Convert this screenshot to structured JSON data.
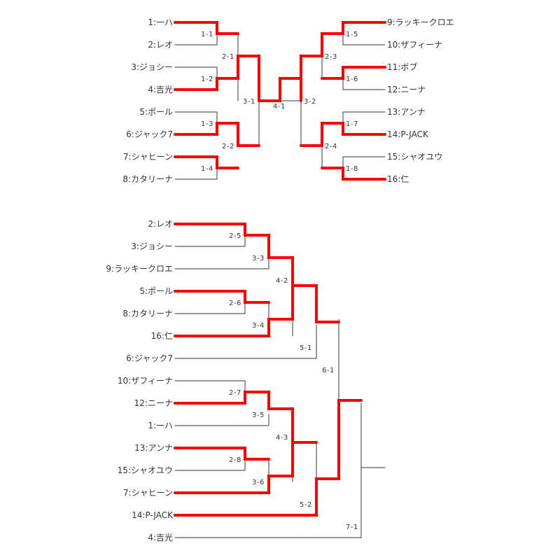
{
  "colors": {
    "win": "#ff0000",
    "line": "#333333",
    "text": "#333333"
  },
  "winners_bracket": {
    "left_players": [
      "1:一ハ",
      "2:レオ",
      "3:ジョシー",
      "4:吉光",
      "5:ポール",
      "6:ジャック7",
      "7:シャヒーン",
      "8:カタリーナ"
    ],
    "right_players": [
      "9:ラッキークロエ",
      "10:ザフィーナ",
      "11:ボブ",
      "12:ニーナ",
      "13:アンナ",
      "14:P-JACK",
      "15:シャオユウ",
      "16:仁"
    ],
    "matches": [
      "1-1",
      "1-2",
      "1-3",
      "1-4",
      "2-1",
      "2-2",
      "3-1",
      "1-5",
      "1-6",
      "1-7",
      "1-8",
      "2-3",
      "2-4",
      "3-2",
      "4-1"
    ]
  },
  "losers_bracket": {
    "players": [
      "2:レオ",
      "3:ジョシー",
      "9:ラッキークロエ",
      "5:ポール",
      "8:カタリーナ",
      "16:仁",
      "6:ジャック7",
      "10:ザフィーナ",
      "12:ニーナ",
      "1:一ハ",
      "13:アンナ",
      "15:シャオユウ",
      "7:シャヒーン",
      "14:P-JACK",
      "4:吉光"
    ],
    "matches": [
      "2-5",
      "3-3",
      "2-6",
      "3-4",
      "4-2",
      "5-1",
      "2-7",
      "3-5",
      "2-8",
      "3-6",
      "4-3",
      "5-2",
      "6-1",
      "7-1"
    ]
  }
}
